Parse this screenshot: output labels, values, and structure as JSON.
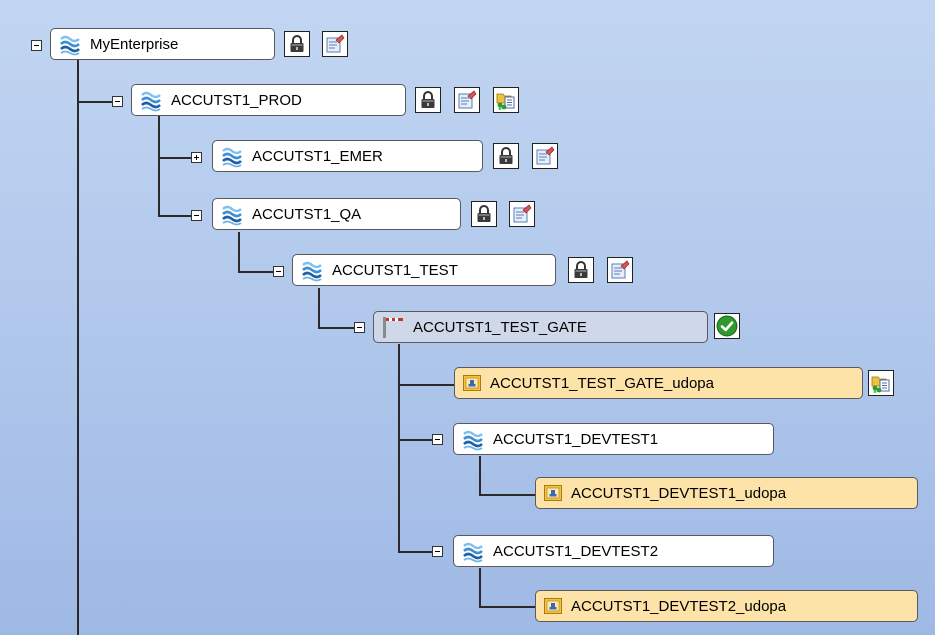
{
  "tree": {
    "nodes": [
      {
        "id": "myenterprise",
        "label": "MyEnterprise",
        "kind": "enterprise",
        "expanded": true,
        "actions": [
          "lock-icon",
          "properties-icon"
        ]
      },
      {
        "id": "prod",
        "label": "ACCUTST1_PROD",
        "kind": "environment",
        "expanded": true,
        "actions": [
          "lock-icon",
          "properties-icon",
          "deployment-icon"
        ]
      },
      {
        "id": "emer",
        "label": "ACCUTST1_EMER",
        "kind": "environment",
        "expanded": false,
        "actions": [
          "lock-icon",
          "properties-icon"
        ]
      },
      {
        "id": "qa",
        "label": "ACCUTST1_QA",
        "kind": "environment",
        "expanded": true,
        "actions": [
          "lock-icon",
          "properties-icon"
        ]
      },
      {
        "id": "test",
        "label": "ACCUTST1_TEST",
        "kind": "environment",
        "expanded": true,
        "actions": [
          "lock-icon",
          "properties-icon"
        ]
      },
      {
        "id": "testgate",
        "label": "ACCUTST1_TEST_GATE",
        "kind": "gate",
        "expanded": true,
        "actions": [
          "approved-check-icon"
        ]
      },
      {
        "id": "testgate_udopa",
        "label": "ACCUTST1_TEST_GATE_udopa",
        "kind": "package",
        "actions": [
          "deployment-icon"
        ]
      },
      {
        "id": "devtest1",
        "label": "ACCUTST1_DEVTEST1",
        "kind": "environment",
        "expanded": true,
        "actions": []
      },
      {
        "id": "devtest1_udopa",
        "label": "ACCUTST1_DEVTEST1_udopa",
        "kind": "package",
        "actions": []
      },
      {
        "id": "devtest2",
        "label": "ACCUTST1_DEVTEST2",
        "kind": "environment",
        "expanded": true,
        "actions": []
      },
      {
        "id": "devtest2_udopa",
        "label": "ACCUTST1_DEVTEST2_udopa",
        "kind": "package",
        "actions": []
      }
    ]
  },
  "colors": {
    "background_top": "#c2d6f2",
    "background_bottom": "#9fb9e5",
    "node_fill": "#ffffff",
    "gate_fill": "#cfd8e8",
    "package_fill": "#fde3a7",
    "check_green": "#2e9a2e",
    "wave_blue": "#3d8fd4"
  }
}
